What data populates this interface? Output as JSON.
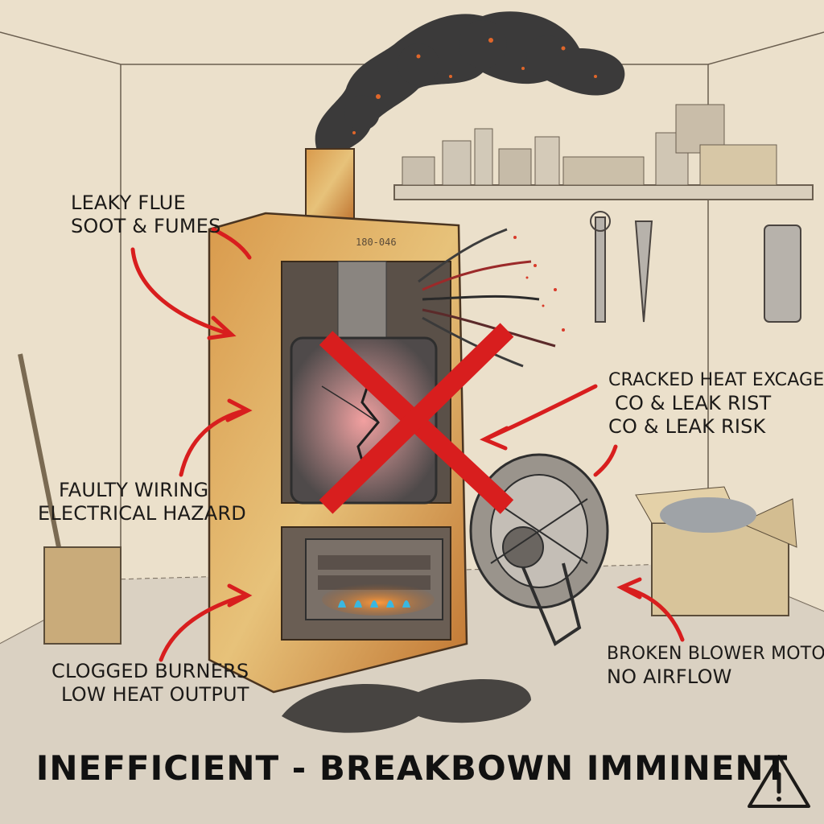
{
  "labels": {
    "flue": [
      "LEAKY FLUE",
      "SOOT & FUMES"
    ],
    "wiring": [
      "FAULTY WIRING",
      "ELECTRICAL HAZARD"
    ],
    "burners": [
      "CLOGGED BURNERS",
      "LOW HEAT OUTPUT"
    ],
    "exchanger": [
      "CRACKED HEAT EXCAGER",
      "CO & LEAK RIST",
      "CO & LEAK RISK"
    ],
    "blower": [
      "BROKEN BLOWER MOTOR",
      "NO AIRFLOW"
    ]
  },
  "furnace_stencil": "180-046",
  "title": "INEFFICIENT - BREAKBOWN IMMINENT",
  "warning_icon": "warning-triangle-icon",
  "colors": {
    "arrow": "#d81e1e",
    "x_mark": "#d81e1e",
    "rust": "#c8843b",
    "paper": "#ebe0cb",
    "smoke": "#3b3a3a",
    "flame": "#3ab7e0"
  }
}
